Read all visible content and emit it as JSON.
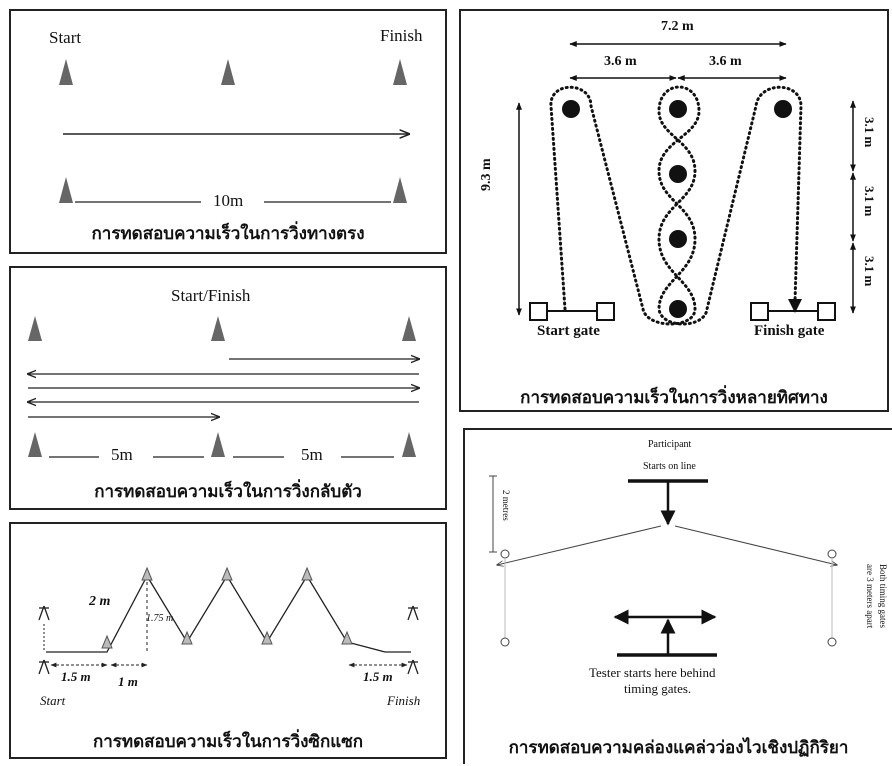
{
  "panel1": {
    "start": "Start",
    "finish": "Finish",
    "distance": "10m",
    "caption": "การทดสอบความเร็วในการวิ่งทางตรง"
  },
  "panel2": {
    "start_finish": "Start/Finish",
    "dist_left": "5m",
    "dist_right": "5m",
    "caption": "การทดสอบความเร็วในการวิ่งกลับตัว"
  },
  "panel3": {
    "lateral": "2 m",
    "depth": "1.75 m",
    "gap_left": "1.5 m",
    "gap_mid": "1 m",
    "gap_right": "1.5 m",
    "start": "Start",
    "finish": "Finish",
    "caption": "การทดสอบความเร็วในการวิ่งซิกแซก"
  },
  "panel4": {
    "total_width": "7.2 m",
    "half_left": "3.6 m",
    "half_right": "3.6 m",
    "height": "9.3 m",
    "seg1": "3.1 m",
    "seg2": "3.1 m",
    "seg3": "3.1 m",
    "start_gate": "Start gate",
    "finish_gate": "Finish gate",
    "caption": "การทดสอบความเร็วในการวิ่งหลายทิศทาง"
  },
  "panel5": {
    "participant": "Participant",
    "starts_on_line": "Starts on line",
    "two_metres": "2 metres",
    "gates_note_1": "Both timing gates",
    "gates_note_2": "are 3 meters apart",
    "tester_1": "Tester starts here behind",
    "tester_2": "timing gates.",
    "caption": "การทดสอบความคล่องแคล่วว่องไวเชิงปฏิกิริยา"
  }
}
